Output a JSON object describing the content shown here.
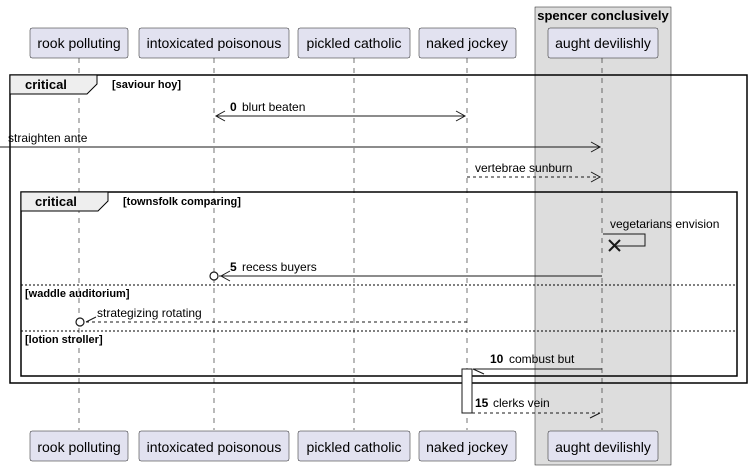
{
  "colors": {
    "participant_fill": "#E2E2F0",
    "participant_border": "#181818",
    "box_fill": "#DDDDDD",
    "line": "#181818",
    "frame_tab_fill": "#EEEEEE",
    "lifeline": "#181818"
  },
  "box": {
    "title": "spencer conclusively"
  },
  "participants": [
    {
      "id": "p1",
      "label": "rook polluting"
    },
    {
      "id": "p2",
      "label": "intoxicated poisonous"
    },
    {
      "id": "p3",
      "label": "pickled catholic"
    },
    {
      "id": "p4",
      "label": "naked jockey"
    },
    {
      "id": "p5",
      "label": "aught devilishly"
    }
  ],
  "frames": [
    {
      "id": "f_outer",
      "keyword": "critical",
      "condition": "[saviour hoy]"
    },
    {
      "id": "f_inner",
      "keyword": "critical",
      "condition": "[townsfolk comparing]",
      "else_conditions": [
        "[waddle auditorium]",
        "[lotion stroller]"
      ]
    }
  ],
  "messages": [
    {
      "num": "0",
      "text": "blurt beaten",
      "from": "p2",
      "to": "p4",
      "style": "solid",
      "head": "both-open"
    },
    {
      "num": "",
      "text": "straighten ante",
      "from": "left-edge",
      "to": "p5",
      "style": "solid",
      "head": "open"
    },
    {
      "num": "",
      "text": "vertebrae sunburn",
      "from": "p4",
      "to": "p5",
      "style": "dashed",
      "head": "open"
    },
    {
      "num": "",
      "text": "vegetarians envision",
      "from": "p5",
      "to": "p5",
      "style": "solid",
      "head": "destroy"
    },
    {
      "num": "5",
      "text": "recess buyers",
      "from": "p5",
      "to": "p2",
      "style": "solid",
      "head": "circle-open"
    },
    {
      "num": "",
      "text": "strategizing rotating",
      "from": "p4",
      "to": "p1",
      "style": "dashed",
      "head": "circle-open-slant"
    },
    {
      "num": "10",
      "text": "combust but",
      "from": "p5",
      "to": "p4",
      "style": "solid",
      "head": "half-slant"
    },
    {
      "num": "15",
      "text": "clerks vein",
      "from": "p4",
      "to": "p5",
      "style": "dashed",
      "head": "half-slant"
    }
  ]
}
